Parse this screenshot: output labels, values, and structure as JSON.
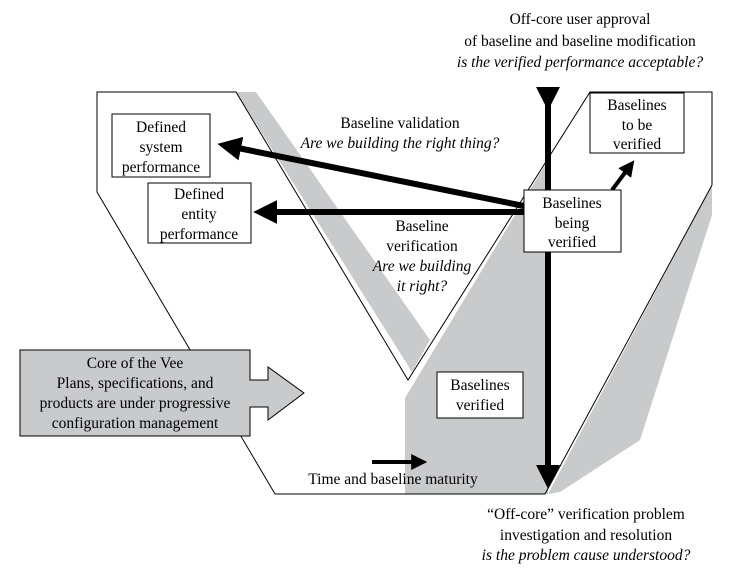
{
  "top_label": {
    "line1": "Off-core user approval",
    "line2": "of baseline and baseline modification",
    "question": "is the verified performance acceptable?"
  },
  "validation": {
    "title": "Baseline validation",
    "question": "Are we building the right thing?"
  },
  "verification": {
    "line1": "Baseline",
    "line2": "verification",
    "question1": "Are we building",
    "question2": "it right?"
  },
  "boxes": {
    "system": [
      "Defined",
      "system",
      "performance"
    ],
    "entity": [
      "Defined",
      "entity",
      "performance"
    ],
    "being_verified": [
      "Baselines",
      "being",
      "verified"
    ],
    "to_be_verified": [
      "Baselines",
      "to be",
      "verified"
    ],
    "verified": [
      "Baselines",
      "verified"
    ]
  },
  "core": [
    "Core of the Vee",
    "Plans, specifications, and",
    "products are under progressive",
    "configuration management"
  ],
  "time_label": "Time and baseline maturity",
  "bottom_label": {
    "line1": "“Off-core” verification problem",
    "line2": "investigation and resolution",
    "question": "is the problem cause understood?"
  },
  "colors": {
    "shade": "#c8cacb",
    "line": "#000000"
  }
}
